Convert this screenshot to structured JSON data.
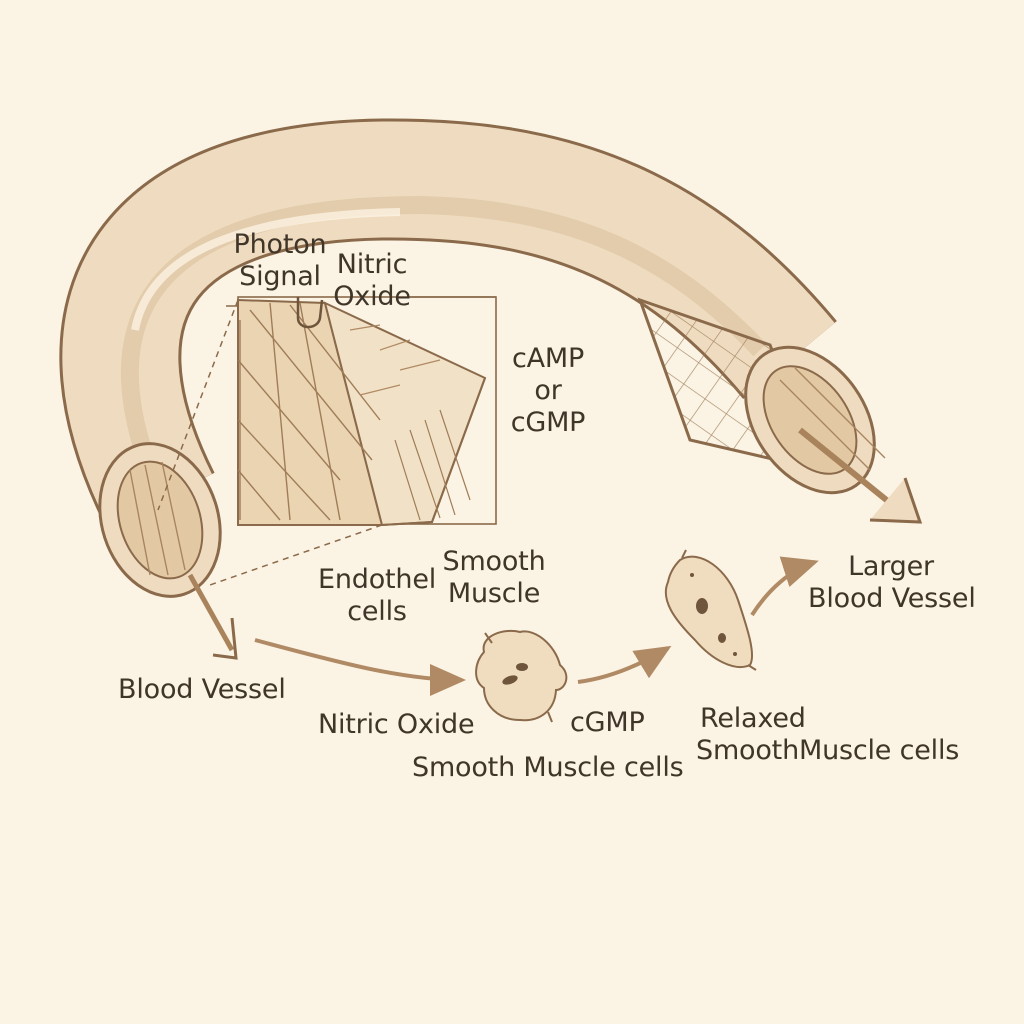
{
  "labels": {
    "photon_signal": [
      "Photon",
      "Signal"
    ],
    "nitric_oxide_top": [
      "Nitric",
      "Oxide"
    ],
    "camp_cgmp": [
      "cAMP",
      "or",
      "cGMP"
    ],
    "smooth_muscle": [
      "Smooth",
      "Muscle"
    ],
    "endothel_cells": [
      "Endothel",
      "cells"
    ],
    "blood_vessel": "Blood Vessel",
    "nitric_oxide_bottom": "Nitric Oxide",
    "cgmp": "cGMP",
    "smooth_muscle_cells": "Smooth Muscle cells",
    "relaxed_smooth_muscle_cells": [
      "Relaxed",
      "SmoothMuscle cells"
    ],
    "larger_blood_vessel": [
      "Larger",
      "Blood Vessel"
    ]
  },
  "colors": {
    "background": "#fbf3e3",
    "vessel_fill": "#efdcc0",
    "vessel_shade": "#d9bf9b",
    "ink": "#8a6a4a",
    "text": "#3f3529"
  }
}
